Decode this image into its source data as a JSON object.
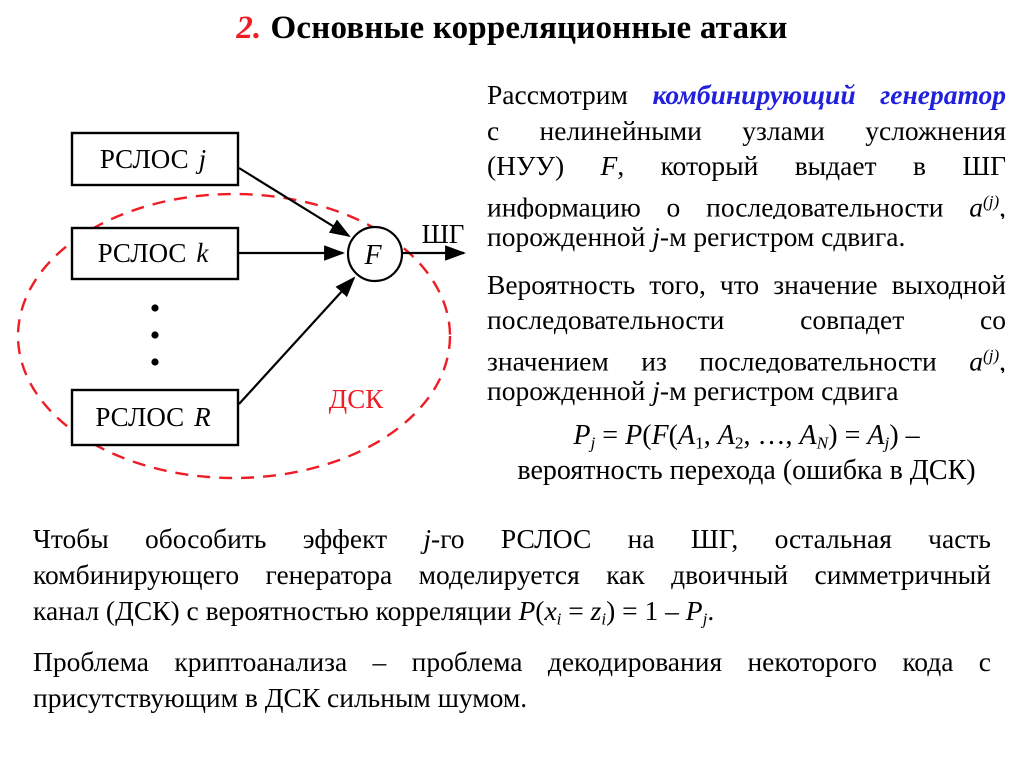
{
  "title": {
    "number": "2.",
    "rest": "Основные корреляционные атаки"
  },
  "colors": {
    "accent_red": "#ee1c25",
    "accent_blue": "#2020dd",
    "ink": "#000000"
  },
  "diagram": {
    "boxes": [
      {
        "name": "РСЛОС",
        "var": "j"
      },
      {
        "name": "РСЛОС",
        "var": "k"
      },
      {
        "name": "РСЛОС",
        "var": "R"
      }
    ],
    "function_label": "F",
    "output_label": "ШГ",
    "channel_label": "ДСК"
  },
  "right_column": {
    "paragraphs": [
      {
        "lines": [
          {
            "a": "j",
            "seg": [
              {
                "t": "Рассмотрим ",
                "s": "n"
              },
              {
                "t": "комбинирующий генератор",
                "s": "bib"
              }
            ]
          },
          {
            "a": "j",
            "seg": [
              {
                "t": "с нелинейными узлами усложнения",
                "s": "n"
              }
            ]
          },
          {
            "a": "j",
            "seg": [
              {
                "t": "(НУУ) ",
                "s": "n"
              },
              {
                "t": "F",
                "s": "i"
              },
              {
                "t": ", который выдает в ШГ",
                "s": "n"
              }
            ]
          },
          {
            "a": "j",
            "seg": [
              {
                "t": "информацию о последовательности ",
                "s": "n"
              },
              {
                "t": "a",
                "s": "i"
              },
              {
                "t": "(j)",
                "s": "supi"
              },
              {
                "t": ",",
                "s": "n"
              }
            ]
          },
          {
            "a": "l",
            "seg": [
              {
                "t": "порожденной ",
                "s": "n"
              },
              {
                "t": "j",
                "s": "i"
              },
              {
                "t": "-м регистром сдвига.",
                "s": "n"
              }
            ]
          }
        ]
      },
      {
        "lines": [
          {
            "a": "j",
            "seg": [
              {
                "t": "Вероятность того, что значение выходной",
                "s": "n"
              }
            ]
          },
          {
            "a": "j",
            "seg": [
              {
                "t": "последовательности совпадет со",
                "s": "n"
              }
            ]
          },
          {
            "a": "j",
            "seg": [
              {
                "t": "значением из последовательности ",
                "s": "n"
              },
              {
                "t": "a",
                "s": "i"
              },
              {
                "t": "(j)",
                "s": "supi"
              },
              {
                "t": ",",
                "s": "n"
              }
            ]
          },
          {
            "a": "l",
            "seg": [
              {
                "t": "порожденной ",
                "s": "n"
              },
              {
                "t": "j",
                "s": "i"
              },
              {
                "t": "-м регистром сдвига",
                "s": "n"
              }
            ]
          }
        ]
      }
    ],
    "formula": {
      "lines": [
        {
          "a": "c",
          "seg": [
            {
              "t": "P",
              "s": "i"
            },
            {
              "t": "j",
              "s": "subi"
            },
            {
              "t": " = ",
              "s": "n"
            },
            {
              "t": "P",
              "s": "i"
            },
            {
              "t": "(",
              "s": "n"
            },
            {
              "t": "F",
              "s": "i"
            },
            {
              "t": "(",
              "s": "n"
            },
            {
              "t": "A",
              "s": "i"
            },
            {
              "t": "1",
              "s": "sub"
            },
            {
              "t": ", ",
              "s": "n"
            },
            {
              "t": "A",
              "s": "i"
            },
            {
              "t": "2",
              "s": "sub"
            },
            {
              "t": ", …, ",
              "s": "n"
            },
            {
              "t": "A",
              "s": "i"
            },
            {
              "t": "N",
              "s": "subi"
            },
            {
              "t": ") = ",
              "s": "n"
            },
            {
              "t": "A",
              "s": "i"
            },
            {
              "t": "j",
              "s": "subi"
            },
            {
              "t": ") –",
              "s": "n"
            }
          ]
        },
        {
          "a": "c",
          "seg": [
            {
              "t": "вероятность перехода (ошибка в ДСК)",
              "s": "n"
            }
          ]
        }
      ]
    }
  },
  "bottom": {
    "paragraphs": [
      {
        "lines": [
          {
            "a": "j",
            "seg": [
              {
                "t": "Чтобы обособить эффект ",
                "s": "n"
              },
              {
                "t": "j",
                "s": "i"
              },
              {
                "t": "-го РСЛОС на ШГ, остальная часть",
                "s": "n"
              }
            ]
          },
          {
            "a": "j",
            "seg": [
              {
                "t": "комбинирующего генератора моделируется как двоичный симметричный",
                "s": "n"
              }
            ]
          },
          {
            "a": "l",
            "seg": [
              {
                "t": "канал (ДСК) с вероятностью корреляции ",
                "s": "n"
              },
              {
                "t": "P",
                "s": "i"
              },
              {
                "t": "(",
                "s": "n"
              },
              {
                "t": "x",
                "s": "i"
              },
              {
                "t": "i",
                "s": "subi"
              },
              {
                "t": " = ",
                "s": "n"
              },
              {
                "t": "z",
                "s": "i"
              },
              {
                "t": "i",
                "s": "subi"
              },
              {
                "t": ") = 1 – ",
                "s": "n"
              },
              {
                "t": "P",
                "s": "i"
              },
              {
                "t": "j",
                "s": "subi"
              },
              {
                "t": ".",
                "s": "n"
              }
            ]
          }
        ]
      },
      {
        "lines": [
          {
            "a": "j",
            "seg": [
              {
                "t": "Проблема криптоанализа – проблема декодирования некоторого кода с",
                "s": "n"
              }
            ]
          },
          {
            "a": "l",
            "seg": [
              {
                "t": "присутствующим в ДСК сильным шумом.",
                "s": "n"
              }
            ]
          }
        ]
      }
    ]
  }
}
